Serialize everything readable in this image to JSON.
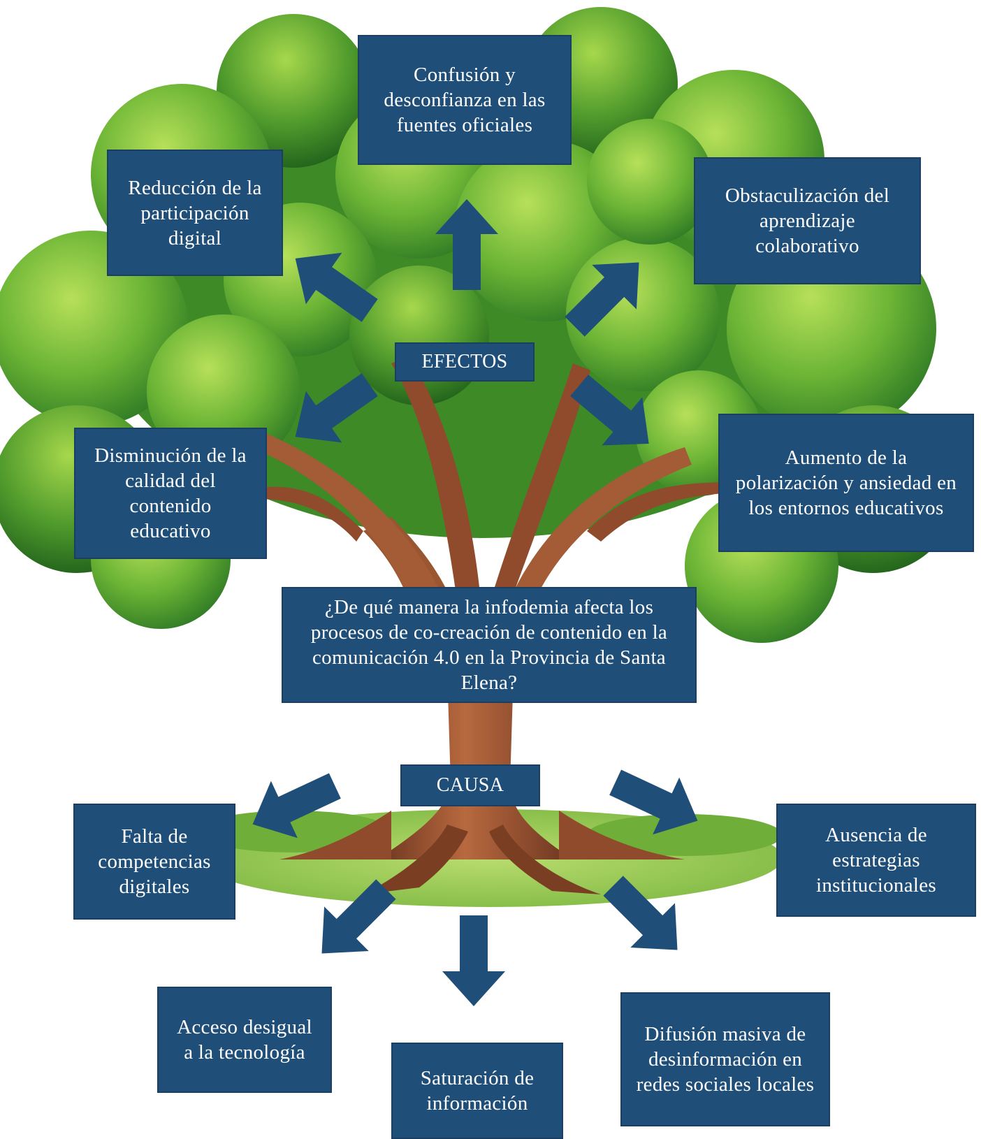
{
  "colors": {
    "box_fill": "#1f4e79",
    "box_text": "#ffffff",
    "arrow_fill": "#1f4e79",
    "foliage": "#5aa52e",
    "trunk": "#8b4a2b",
    "grass": "#8fc84a"
  },
  "labels": {
    "effects": "EFECTOS",
    "cause": "CAUSA",
    "question": "¿De qué manera la infodemia afecta los procesos de co-creación de contenido en la comunicación 4.0 en la Provincia de Santa Elena?"
  },
  "effects": {
    "confusion": "Confusión y\ndesconfianza en las\nfuentes oficiales",
    "participation": "Reducción de la\nparticipación\ndigital",
    "learning": "Obstaculización del\naprendizaje\ncolaborativo",
    "quality": "Disminución de la\ncalidad del\ncontenido\neducativo",
    "polarization": "Aumento de la\npolarización y ansiedad en\nlos entornos educativos"
  },
  "causes": {
    "competencies": "Falta de\ncompetencias\ndigitales",
    "strategies": "Ausencia de\nestrategias\ninstitucionales",
    "access": "Acceso desigual\na la tecnología",
    "saturation": "Saturación de\ninformación",
    "diffusion": "Difusión masiva de\ndesinformación en\nredes sociales locales"
  }
}
